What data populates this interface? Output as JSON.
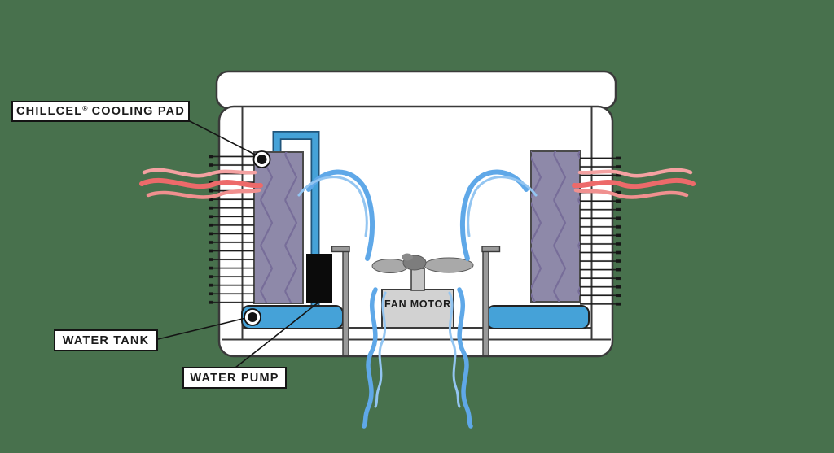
{
  "diagram": {
    "title": "evaporative air cooler cutaway diagram",
    "labels": {
      "cooling_pad": {
        "name": "CHILLCEL",
        "reg": "®",
        "rest": "COOLING PAD"
      },
      "water_tank": "WATER TANK",
      "water_pump": "WATER PUMP",
      "fan_motor": "FAN MOTOR"
    },
    "colors": {
      "background": "#48714D",
      "outline": "#3A3A3A",
      "water_blue": "#45A2D8",
      "pipe_edge": "#20557B",
      "cool_air": "#5FA8E8",
      "cool_air_light": "#93C5F1",
      "warm_air": "#ED6A6A",
      "warm_air_light": "#F4A1A1",
      "warm_air_pink": "#F0908F",
      "pad_purple": "#8E89A9",
      "pad_zigzag": "#776D99",
      "metal_light": "#D2D2D2",
      "metal_mid": "#A9A9A9",
      "metal_dark": "#7D7D7D",
      "support_gray": "#9A9A9A",
      "pump_black": "#0B0B0B",
      "ink": "#1B1B1B"
    }
  }
}
